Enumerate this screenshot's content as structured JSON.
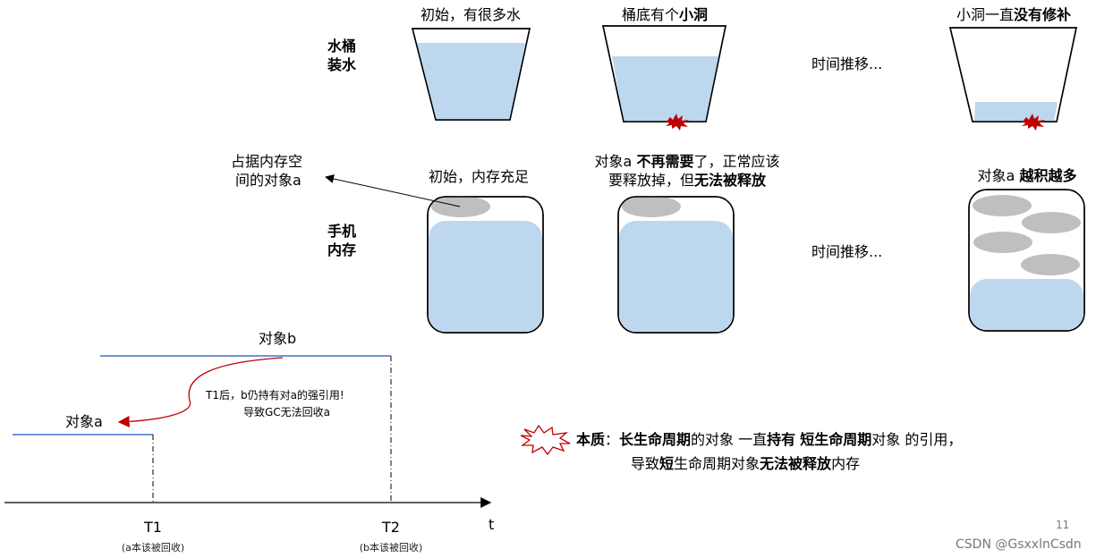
{
  "row1": {
    "label_line1": "水桶",
    "label_line2": "装水",
    "stage1_caption": "初始，有很多水",
    "stage2_caption_a": "桶底有个",
    "stage2_caption_b": "小洞",
    "time_passes": "时间推移...",
    "stage3_caption_a": "小洞一直",
    "stage3_caption_b": "没有修补"
  },
  "row2": {
    "label_line1": "手机",
    "label_line2": "内存",
    "pointer_label_line1": "占据内存空",
    "pointer_label_line2": "间的对象a",
    "stage1_caption": "初始，内存充足",
    "stage2_caption_l1_a": "对象a ",
    "stage2_caption_l1_b": "不再需要",
    "stage2_caption_l1_c": "了，正常应该",
    "stage2_caption_l2_a": "要释放掉，但",
    "stage2_caption_l2_b": "无法被释放",
    "time_passes": "时间推移...",
    "stage3_caption_a": "对象a ",
    "stage3_caption_b": "越积越多"
  },
  "timeline": {
    "object_b_label": "对象b",
    "object_a_label": "对象a",
    "note_line1": "T1后，b仍持有对a的强引用!",
    "note_line2": "导致GC无法回收a",
    "t1_label": "T1",
    "t1_sub": "(a本该被回收)",
    "t2_label": "T2",
    "t2_sub": "(b本该被回收)",
    "axis_label": "t"
  },
  "essence": {
    "prefix": "本质",
    "colon": "：",
    "part1": "长生命周期",
    "part2": "的对象 一直",
    "part3": "持有",
    "part4": " ",
    "part5": "短生命周期",
    "part6": "对象 的引用，",
    "line2_a": "导致",
    "line2_b": "短",
    "line2_c": "生命周期对象",
    "line2_d": "无法被释放",
    "line2_e": "内存"
  },
  "footer": {
    "page_number": "11",
    "watermark": "CSDN @GsxxlnCsdn"
  },
  "colors": {
    "water": "#bdd7ee",
    "object": "#bfbfbf",
    "line": "#4472c4",
    "arrow_red": "#c00000",
    "burst": "#c00000"
  }
}
